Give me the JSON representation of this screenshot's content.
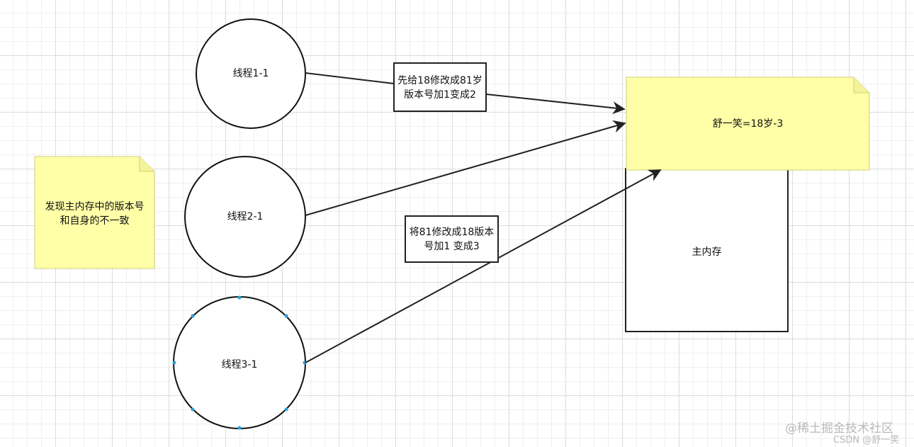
{
  "nodes": {
    "thread1": "线程1-1",
    "thread2": "线程2-1",
    "thread3": "线程3-1",
    "main_memory": "主内存",
    "main_value": "舒一笑=18岁-3"
  },
  "labels": {
    "step1_line1": "先给18修改成81岁",
    "step1_line2": "版本号加1变成2",
    "step3_line1": "将81修改成18版本",
    "step3_line2": "号加1 变成3"
  },
  "note": {
    "line1": "发现主内存中的版本号",
    "line2": "和自身的不一致"
  },
  "watermark": {
    "site": "@稀土掘金技术社区",
    "author": "CSDN @舒一笑"
  },
  "colors": {
    "note_fill": "#ffffa8",
    "note_stroke": "#cfcf7a",
    "handle": "#2a9fd6"
  }
}
